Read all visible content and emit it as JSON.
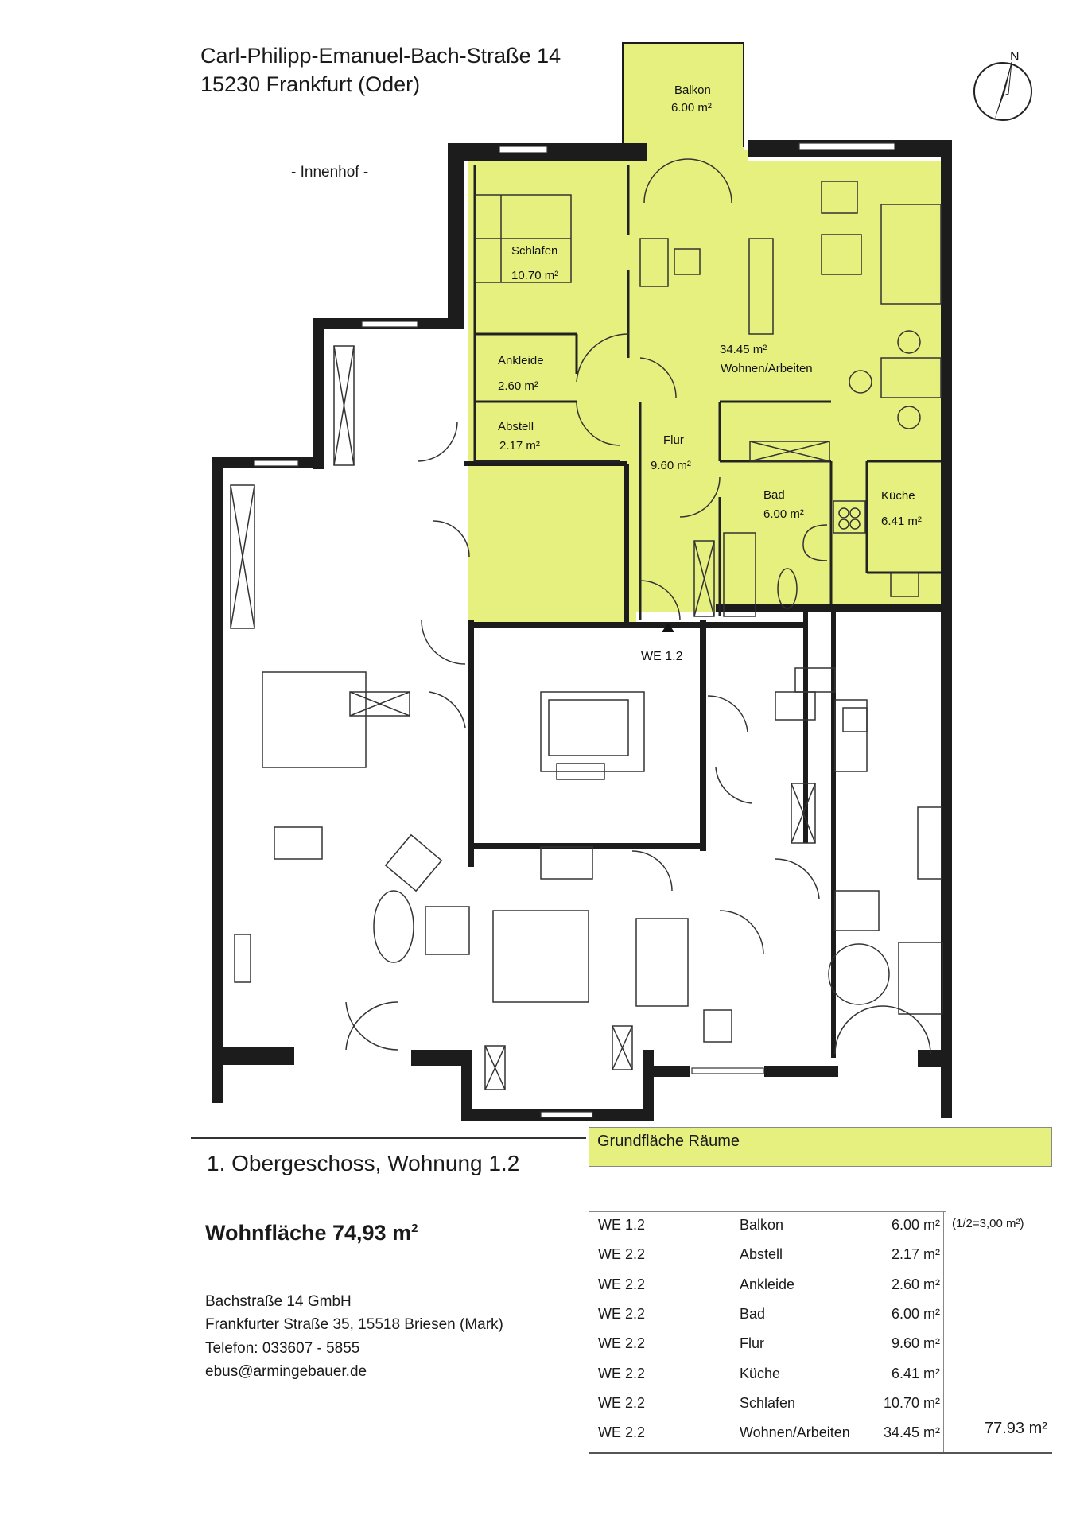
{
  "address": {
    "street": "Carl-Philipp-Emanuel-Bach-Straße 14",
    "city": "15230 Frankfurt (Oder)"
  },
  "courtyard_label": "- Innenhof -",
  "compass_label": "N",
  "apartment_marker": "WE 1.2",
  "rooms": {
    "balkon": {
      "name": "Balkon",
      "area": "6.00 m²"
    },
    "schlafen": {
      "name": "Schlafen",
      "area": "10.70 m²"
    },
    "ankleide": {
      "name": "Ankleide",
      "area": "2.60 m²"
    },
    "abstell": {
      "name": "Abstell",
      "area": "2.17 m²"
    },
    "flur": {
      "name": "Flur",
      "area": "9.60 m²"
    },
    "wohnen": {
      "name": "Wohnen/Arbeiten",
      "area": "34.45 m²"
    },
    "bad": {
      "name": "Bad",
      "area": "6.00 m²"
    },
    "kueche": {
      "name": "Küche",
      "area": "6.41 m²"
    }
  },
  "floor_title": "1. Obergeschoss, Wohnung 1.2",
  "living_area_label": "Wohnfläche 74,93 m",
  "living_area_sup": "2",
  "owner": {
    "company": "Bachstraße 14 GmbH",
    "address": "Frankfurter Straße 35, 15518 Briesen (Mark)",
    "phone": "Telefon: 033607 - 5855",
    "email": "ebus@armingebauer.de"
  },
  "area_table": {
    "title": "Grundfläche Räume",
    "rows": [
      {
        "unit": "WE 1.2",
        "room": "Balkon",
        "area": "6.00 m²",
        "note": "(1/2=3,00 m²)"
      },
      {
        "unit": "WE 2.2",
        "room": "Abstell",
        "area": "2.17 m²",
        "note": ""
      },
      {
        "unit": "WE 2.2",
        "room": "Ankleide",
        "area": "2.60 m²",
        "note": ""
      },
      {
        "unit": "WE 2.2",
        "room": "Bad",
        "area": "6.00 m²",
        "note": ""
      },
      {
        "unit": "WE 2.2",
        "room": "Flur",
        "area": "9.60 m²",
        "note": ""
      },
      {
        "unit": "WE 2.2",
        "room": "Küche",
        "area": "6.41 m²",
        "note": ""
      },
      {
        "unit": "WE 2.2",
        "room": "Schlafen",
        "area": "10.70 m²",
        "note": ""
      },
      {
        "unit": "WE 2.2",
        "room": "Wohnen/Arbeiten",
        "area": "34.45 m²",
        "note": ""
      }
    ],
    "total": "77.93 m²"
  },
  "colors": {
    "highlight": "#e6f07e",
    "wall": "#1c1c1c",
    "line": "#333333"
  }
}
